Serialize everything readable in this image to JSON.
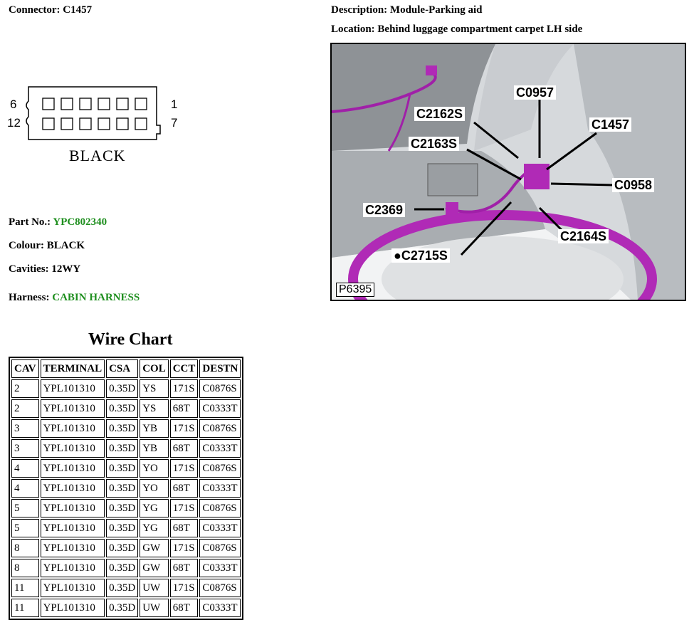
{
  "connector": {
    "label": "Connector:",
    "value": "C1457"
  },
  "description": {
    "label": "Description:",
    "value": "Module-Parking aid"
  },
  "location": {
    "label": "Location:",
    "value": "Behind luggage compartment carpet LH side"
  },
  "connector_face": {
    "pin_top_left": "6",
    "pin_top_right": "1",
    "pin_bottom_left": "12",
    "pin_bottom_right": "7",
    "name": "BLACK"
  },
  "part_no": {
    "label": "Part No.:",
    "value": "YPC802340"
  },
  "colour": {
    "label": "Colour:",
    "value": "BLACK"
  },
  "cavities": {
    "label": "Cavities:",
    "value": "12WY"
  },
  "harness": {
    "label": "Harness:",
    "value": "CABIN HARNESS"
  },
  "photo": {
    "id": "P6395",
    "callouts": [
      "C0957",
      "C2162S",
      "C1457",
      "C2163S",
      "C0958",
      "C2369",
      "C2164S",
      "C2715S"
    ]
  },
  "wire_chart": {
    "title": "Wire Chart",
    "headers": [
      "CAV",
      "TERMINAL",
      "CSA",
      "COL",
      "CCT",
      "DESTN"
    ],
    "rows": [
      [
        "2",
        "YPL101310",
        "0.35D",
        "YS",
        "171S",
        "C0876S"
      ],
      [
        "2",
        "YPL101310",
        "0.35D",
        "YS",
        "68T",
        "C0333T"
      ],
      [
        "3",
        "YPL101310",
        "0.35D",
        "YB",
        "171S",
        "C0876S"
      ],
      [
        "3",
        "YPL101310",
        "0.35D",
        "YB",
        "68T",
        "C0333T"
      ],
      [
        "4",
        "YPL101310",
        "0.35D",
        "YO",
        "171S",
        "C0876S"
      ],
      [
        "4",
        "YPL101310",
        "0.35D",
        "YO",
        "68T",
        "C0333T"
      ],
      [
        "5",
        "YPL101310",
        "0.35D",
        "YG",
        "171S",
        "C0876S"
      ],
      [
        "5",
        "YPL101310",
        "0.35D",
        "YG",
        "68T",
        "C0333T"
      ],
      [
        "8",
        "YPL101310",
        "0.35D",
        "GW",
        "171S",
        "C0876S"
      ],
      [
        "8",
        "YPL101310",
        "0.35D",
        "GW",
        "68T",
        "C0333T"
      ],
      [
        "11",
        "YPL101310",
        "0.35D",
        "UW",
        "171S",
        "C0876S"
      ],
      [
        "11",
        "YPL101310",
        "0.35D",
        "UW",
        "68T",
        "C0333T"
      ]
    ]
  }
}
